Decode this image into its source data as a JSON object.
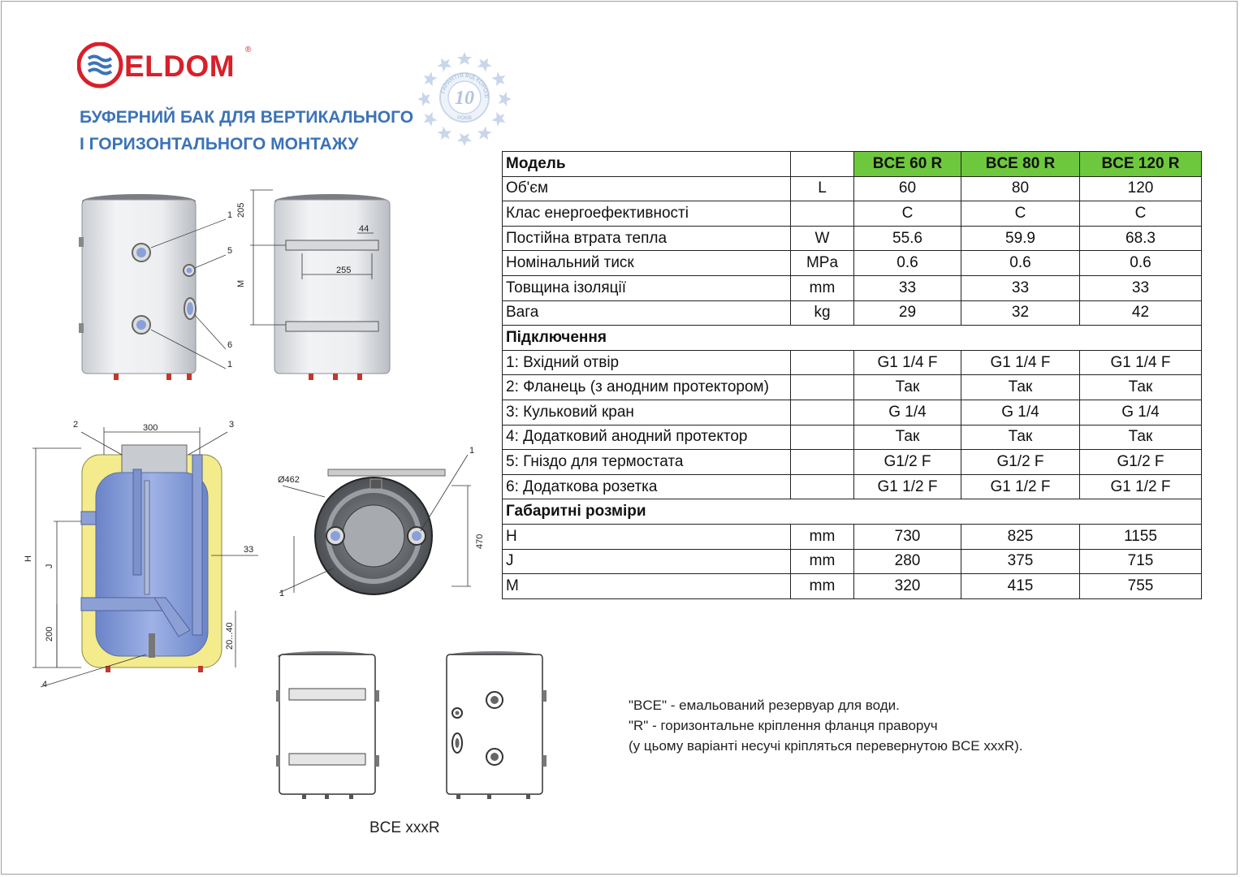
{
  "brand": {
    "name": "ELDOM",
    "reg": "®"
  },
  "badge": {
    "number": "10",
    "ring_text": "ГАРАНТІЯ ВІД КОРОЗІЇ",
    "bottom_text": "РОКІВ"
  },
  "title": {
    "line1": "БУФЕРНИЙ БАК ДЛЯ ВЕРТИКАЛЬНОГО",
    "line2": "І ГОРИЗОНТАЛЬНОГО МОНТАЖУ"
  },
  "colors": {
    "brand_red": "#d8202a",
    "title_blue": "#3c73b7",
    "header_green": "#6ec83d",
    "insulation_yellow": "#f4ec8c",
    "tank_blue": "#7f97d6"
  },
  "table": {
    "header": {
      "label": "Модель",
      "unit": "",
      "models": [
        "BCE 60 R",
        "BCE 80 R",
        "BCE 120 R"
      ]
    },
    "rows": [
      {
        "label": "Об'єм",
        "unit": "L",
        "values": [
          "60",
          "80",
          "120"
        ]
      },
      {
        "label": "Клас енергоефективності",
        "unit": "",
        "values": [
          "C",
          "C",
          "C"
        ]
      },
      {
        "label": "Постійна втрата тепла",
        "unit": "W",
        "values": [
          "55.6",
          "59.9",
          "68.3"
        ]
      },
      {
        "label": "Номінальний тиск",
        "unit": "MPa",
        "values": [
          "0.6",
          "0.6",
          "0.6"
        ]
      },
      {
        "label": "Товщина ізоляції",
        "unit": "mm",
        "values": [
          "33",
          "33",
          "33"
        ]
      },
      {
        "label": "Вага",
        "unit": "kg",
        "values": [
          "29",
          "32",
          "42"
        ]
      }
    ],
    "section_connections": "Підключення",
    "connections": [
      {
        "label": "1: Вхідний отвір",
        "unit": "",
        "values": [
          "G1 1/4 F",
          "G1 1/4 F",
          "G1 1/4 F"
        ]
      },
      {
        "label": "2: Фланець (з анодним протектором)",
        "unit": "",
        "values": [
          "Так",
          "Так",
          "Так"
        ]
      },
      {
        "label": "3: Кульковий кран",
        "unit": "",
        "values": [
          "G 1/4",
          "G 1/4",
          "G 1/4"
        ]
      },
      {
        "label": "4: Додатковий анодний протектор",
        "unit": "",
        "values": [
          "Так",
          "Так",
          "Так"
        ]
      },
      {
        "label": "5: Гніздо для термостата",
        "unit": "",
        "values": [
          "G1/2 F",
          "G1/2 F",
          "G1/2 F"
        ]
      },
      {
        "label": "6: Додаткова розетка",
        "unit": "",
        "values": [
          "G1 1/2 F",
          "G1 1/2 F",
          "G1 1/2 F"
        ]
      }
    ],
    "section_dimensions": "Габаритні розміри",
    "dimensions": [
      {
        "label": "H",
        "unit": "mm",
        "values": [
          "730",
          "825",
          "1155"
        ]
      },
      {
        "label": "J",
        "unit": "mm",
        "values": [
          "280",
          "375",
          "715"
        ]
      },
      {
        "label": "M",
        "unit": "mm",
        "values": [
          "320",
          "415",
          "755"
        ]
      }
    ]
  },
  "notes": [
    "\"BCE\" - емальований резервуар для води.",
    "\"R\" - горизонтальне кріплення фланця праворуч",
    "(у цьому варіанті несучі кріпляться перевернутою BCE xxxR)."
  ],
  "caption": "BCE xxxR",
  "drawing_labels": {
    "d205": "205",
    "d44": "44",
    "d255": "255",
    "dM": "M",
    "d300": "300",
    "dH": "H",
    "dJ": "J",
    "d200": "200",
    "d20_40": "20...40",
    "d33": "33",
    "d462": "Ø462",
    "d470": "470",
    "c1": "1",
    "c2": "2",
    "c3": "3",
    "c4": "4",
    "c5": "5",
    "c6": "6"
  }
}
